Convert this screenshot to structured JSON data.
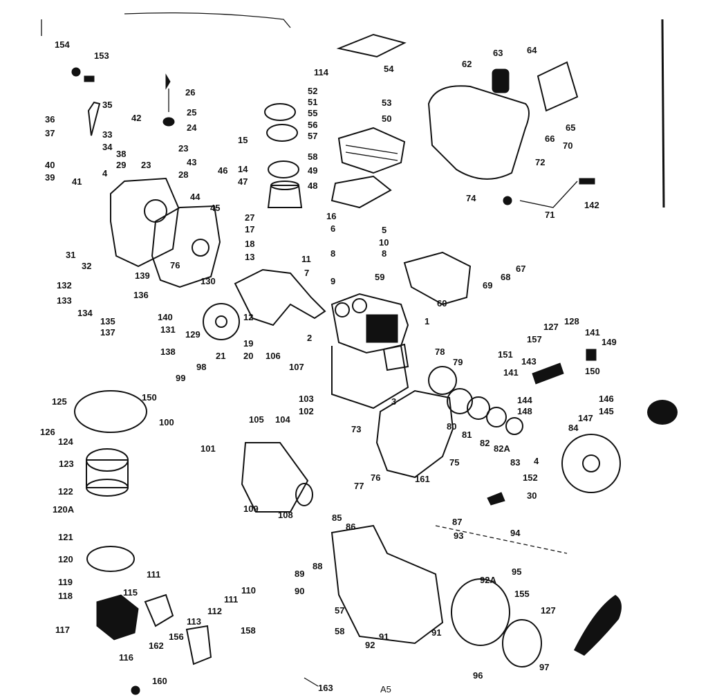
{
  "diagram": {
    "type": "exploded-parts-diagram",
    "ink_color": "#111111",
    "paper_color": "#ffffff",
    "callouts": [
      "154",
      "153",
      "26",
      "25",
      "24",
      "36",
      "37",
      "35",
      "42",
      "33",
      "34",
      "38",
      "40",
      "39",
      "29",
      "23",
      "23",
      "28",
      "43",
      "46",
      "41",
      "4",
      "14",
      "47",
      "15",
      "114",
      "52",
      "51",
      "55",
      "56",
      "57",
      "58",
      "49",
      "48",
      "53",
      "50",
      "54",
      "62",
      "63",
      "64",
      "65",
      "66",
      "70",
      "72",
      "74",
      "71",
      "142",
      "31",
      "32",
      "76",
      "27",
      "45",
      "44",
      "17",
      "18",
      "13",
      "11",
      "7",
      "16",
      "6",
      "5",
      "10",
      "8",
      "8",
      "9",
      "59",
      "60",
      "67",
      "68",
      "69",
      "132",
      "133",
      "134",
      "135",
      "137",
      "136",
      "139",
      "140",
      "131",
      "130",
      "129",
      "21",
      "12",
      "19",
      "20",
      "106",
      "2",
      "1",
      "138",
      "98",
      "99",
      "100",
      "101",
      "105",
      "104",
      "103",
      "102",
      "107",
      "3",
      "78",
      "79",
      "80",
      "81",
      "82",
      "82A",
      "83",
      "84",
      "73",
      "75",
      "76",
      "77",
      "125",
      "150",
      "126",
      "124",
      "123",
      "122",
      "120A",
      "121",
      "120",
      "119",
      "118",
      "115",
      "111",
      "111",
      "112",
      "110",
      "113",
      "116",
      "117",
      "162",
      "156",
      "160",
      "158",
      "109",
      "108",
      "85",
      "86",
      "87",
      "88",
      "89",
      "90",
      "57",
      "58",
      "91",
      "92",
      "91",
      "92A",
      "95",
      "155",
      "127",
      "96",
      "97",
      "93",
      "94",
      "161",
      "30",
      "152",
      "127",
      "128",
      "157",
      "151",
      "143",
      "141",
      "141",
      "149",
      "150",
      "146",
      "145",
      "144",
      "148",
      "147",
      "163",
      "A5"
    ]
  }
}
